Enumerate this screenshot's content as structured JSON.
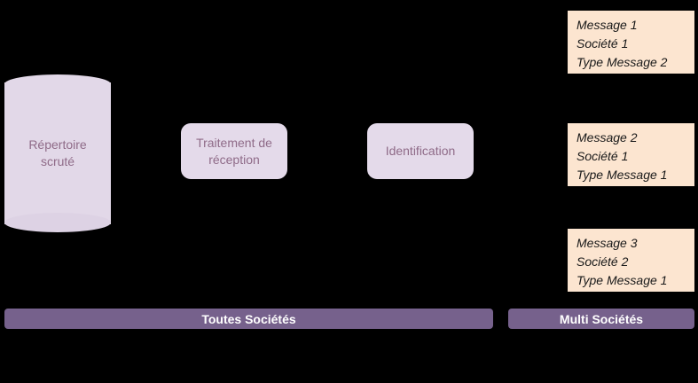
{
  "diagram": {
    "source": {
      "label": "Répertoire\nscruté",
      "line1": "Répertoire",
      "line2": "scruté",
      "shape": "cylinder",
      "fill": "#e2d8e8",
      "text_color": "#8f6b88"
    },
    "processes": [
      {
        "id": "traitement-reception",
        "line1": "Traitement de",
        "line2": "réception",
        "fill": "#e4daea",
        "text_color": "#8f6b88"
      },
      {
        "id": "identification",
        "line1": "Identification",
        "line2": "",
        "fill": "#e4daea",
        "text_color": "#8f6b88"
      }
    ],
    "messages": [
      {
        "id": "message-1",
        "name": "Message 1",
        "societe": "Société 1",
        "type": "Type Message 2",
        "fill": "#fce5d0",
        "text_color": "#1a1a1a"
      },
      {
        "id": "message-2",
        "name": "Message 2",
        "societe": "Société 1",
        "type": "Type Message 1",
        "fill": "#fce5d0",
        "text_color": "#1a1a1a"
      },
      {
        "id": "message-3",
        "name": "Message 3",
        "societe": "Société 2",
        "type": "Type Message 1",
        "fill": "#fce5d0",
        "text_color": "#1a1a1a"
      }
    ],
    "scope_bars": [
      {
        "id": "toutes-societes",
        "label": "Toutes Sociétés",
        "fill": "#76618c",
        "text_color": "#ffffff"
      },
      {
        "id": "multi-societes",
        "label": "Multi Sociétés",
        "fill": "#76618c",
        "text_color": "#ffffff"
      }
    ],
    "background": "#000000"
  }
}
